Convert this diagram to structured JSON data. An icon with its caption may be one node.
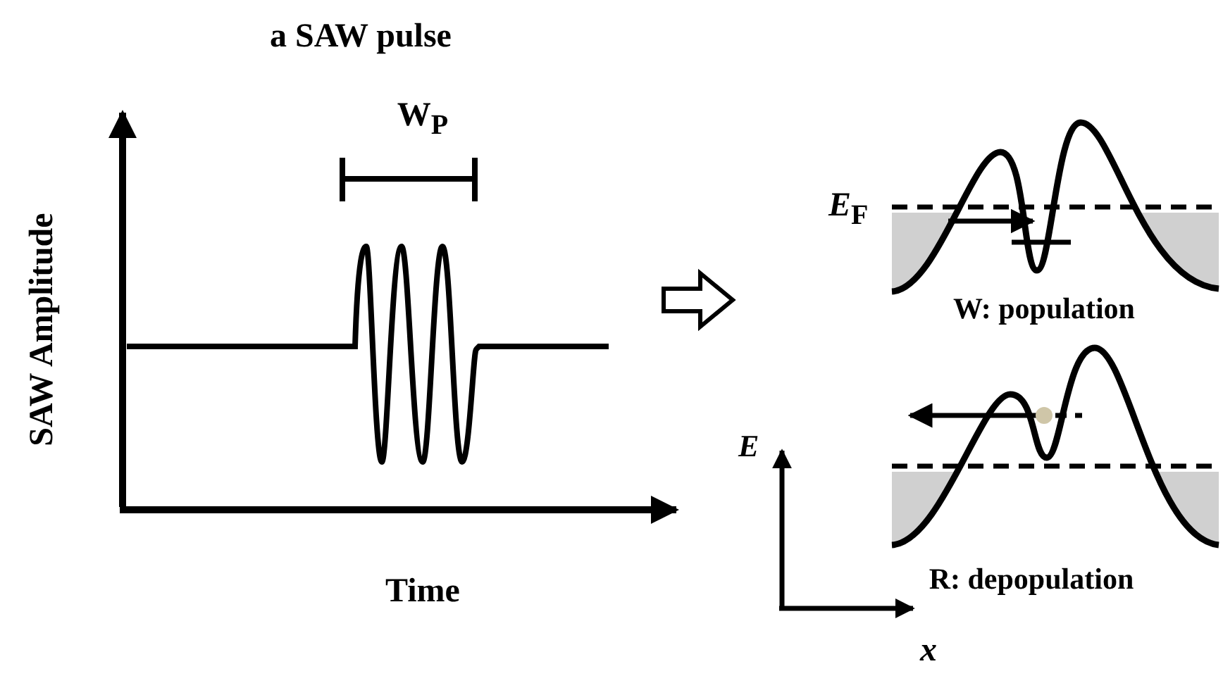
{
  "diagram": {
    "title": "a SAW pulse",
    "labels": [
      "W$_{P}$",
      "SAW Amplitude",
      "*E*$_{F}$",
      "W: population",
      "E",
      "R: depopulation",
      "Time",
      "x"
    ]
  }
}
